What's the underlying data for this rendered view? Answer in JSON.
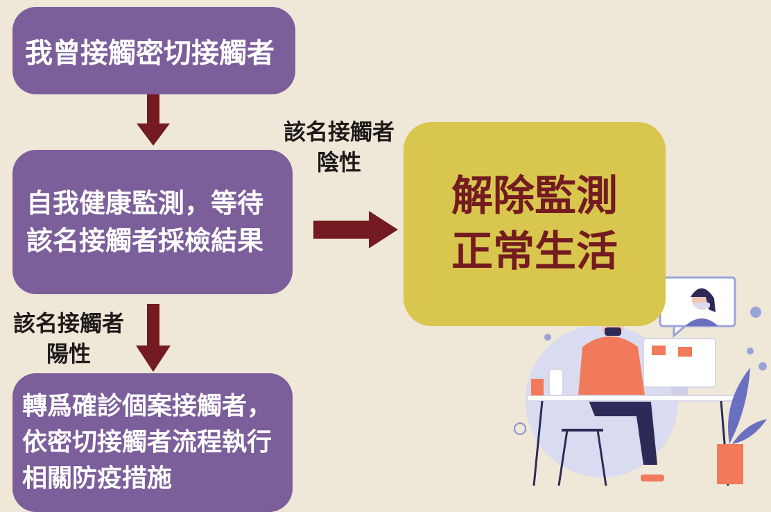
{
  "step1": {
    "text": "我曾接觸密切接觸者"
  },
  "step2": {
    "lines": [
      "自我健康監測，等待",
      "該名接觸者採檢結果"
    ]
  },
  "step3": {
    "lines": [
      "轉爲確診個案接觸者，",
      "依密切接觸者流程執行",
      "相關防疫措施"
    ]
  },
  "negative_branch": {
    "lines": [
      "該名接觸者",
      "陰性"
    ]
  },
  "positive_branch": {
    "lines": [
      "該名接觸者",
      "陽性"
    ]
  },
  "result": {
    "lines": [
      "解除監測",
      "正常生活"
    ]
  },
  "colors": {
    "background": "#efe8d8",
    "step_box": "#7b5e9a",
    "result_box": "#d8c64e",
    "result_text": "#731b20",
    "arrow": "#731b20"
  },
  "illustration": {
    "subject": "person-at-desk-video-call-icon",
    "chat_bubble_text": "•••"
  }
}
